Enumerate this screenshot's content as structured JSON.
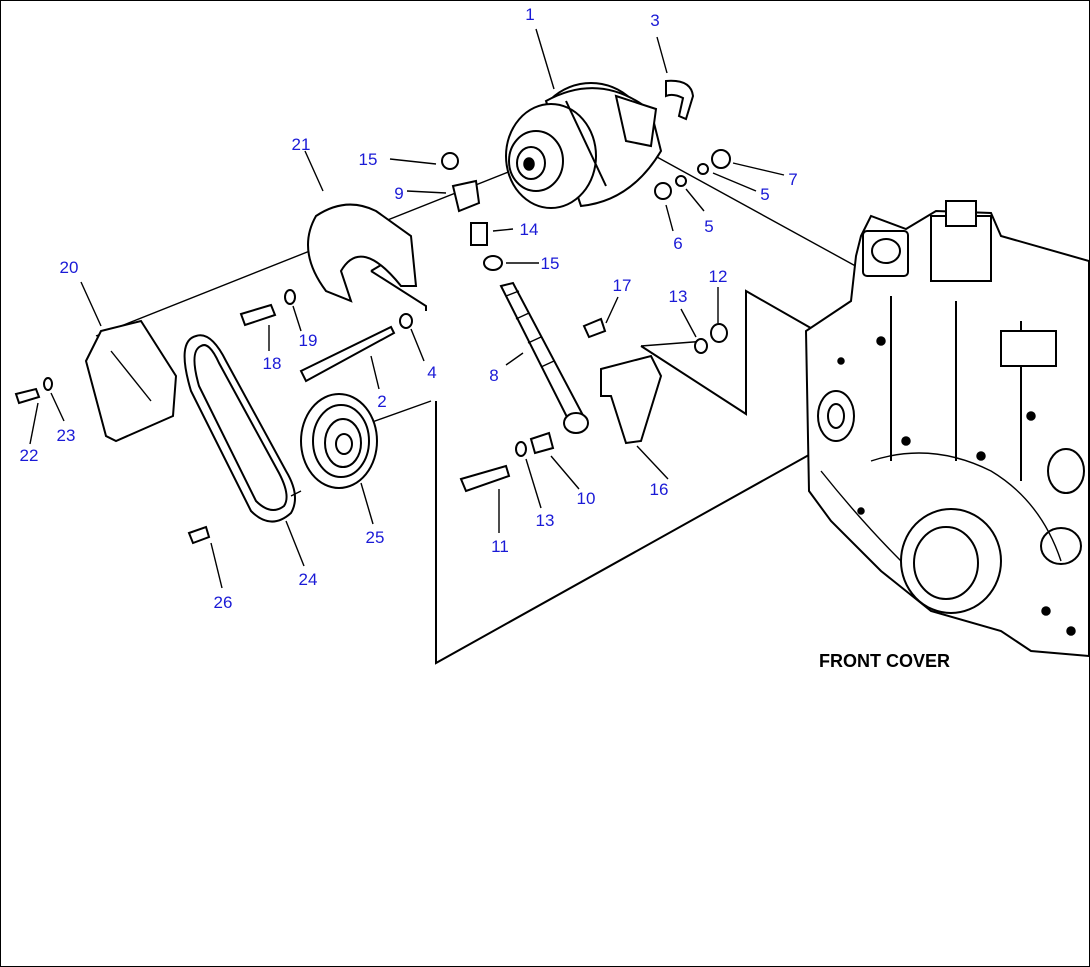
{
  "caption": "FRONT COVER",
  "callouts": [
    {
      "label": "1"
    },
    {
      "label": "3"
    },
    {
      "label": "21"
    },
    {
      "label": "15"
    },
    {
      "label": "9"
    },
    {
      "label": "7"
    },
    {
      "label": "5"
    },
    {
      "label": "5"
    },
    {
      "label": "6"
    },
    {
      "label": "14"
    },
    {
      "label": "15"
    },
    {
      "label": "20"
    },
    {
      "label": "17"
    },
    {
      "label": "13"
    },
    {
      "label": "12"
    },
    {
      "label": "18"
    },
    {
      "label": "19"
    },
    {
      "label": "2"
    },
    {
      "label": "4"
    },
    {
      "label": "8"
    },
    {
      "label": "22"
    },
    {
      "label": "23"
    },
    {
      "label": "16"
    },
    {
      "label": "10"
    },
    {
      "label": "11"
    },
    {
      "label": "13"
    },
    {
      "label": "25"
    },
    {
      "label": "24"
    },
    {
      "label": "26"
    }
  ],
  "colors": {
    "callout": "#1a1ad6",
    "line": "#000000",
    "background": "#ffffff"
  }
}
